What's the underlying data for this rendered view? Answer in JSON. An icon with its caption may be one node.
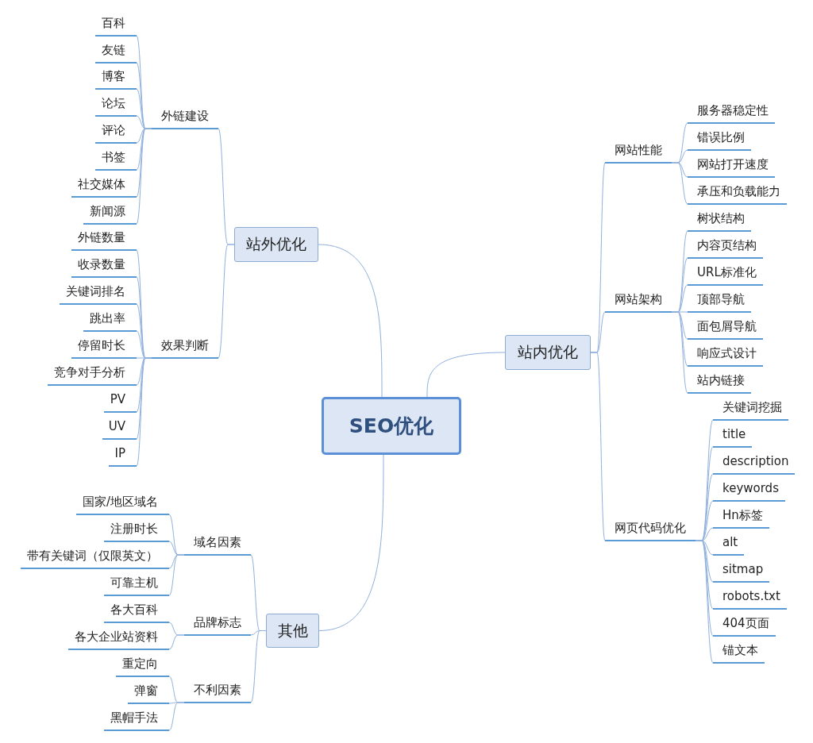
{
  "diagram": {
    "nodes": [
      {
        "text": [
          "SEO优化"
        ]
      },
      {
        "text": [
          "站外优化"
        ]
      },
      {
        "text": [
          "外链建设"
        ]
      },
      {
        "text": [
          "百科"
        ]
      },
      {
        "text": [
          "友链"
        ]
      },
      {
        "text": [
          "博客"
        ]
      },
      {
        "text": [
          "论坛"
        ]
      },
      {
        "text": [
          "评论"
        ]
      },
      {
        "text": [
          "书签"
        ]
      },
      {
        "text": [
          "社交媒体"
        ]
      },
      {
        "text": [
          "新闻源"
        ]
      },
      {
        "text": [
          "效果判断"
        ]
      },
      {
        "text": [
          "外链数量"
        ]
      },
      {
        "text": [
          "收录数量"
        ]
      },
      {
        "text": [
          "关键词排名"
        ]
      },
      {
        "text": [
          "跳出率"
        ]
      },
      {
        "text": [
          "停留时长"
        ]
      },
      {
        "text": [
          "竞争对手分析"
        ]
      },
      {
        "text": [
          "PV"
        ]
      },
      {
        "text": [
          "UV"
        ]
      },
      {
        "text": [
          "IP"
        ]
      },
      {
        "text": [
          "站内优化"
        ]
      },
      {
        "text": [
          "网站性能"
        ]
      },
      {
        "text": [
          "服务器稳定性"
        ]
      },
      {
        "text": [
          "错误比例"
        ]
      },
      {
        "text": [
          "网站打开速度"
        ]
      },
      {
        "text": [
          "承压和负载能力"
        ]
      },
      {
        "text": [
          "网站架构"
        ]
      },
      {
        "text": [
          "树状结构"
        ]
      },
      {
        "text": [
          "内容页结构"
        ]
      },
      {
        "text": [
          "URL标准化"
        ]
      },
      {
        "text": [
          "顶部导航"
        ]
      },
      {
        "text": [
          "面包屑导航"
        ]
      },
      {
        "text": [
          "响应式设计"
        ]
      },
      {
        "text": [
          "站内链接"
        ]
      },
      {
        "text": [
          "网页代码优化"
        ]
      },
      {
        "text": [
          "关键词挖掘"
        ]
      },
      {
        "text": [
          "title"
        ]
      },
      {
        "text": [
          "description"
        ]
      },
      {
        "text": [
          "keywords"
        ]
      },
      {
        "text": [
          "Hn标签"
        ]
      },
      {
        "text": [
          "alt"
        ]
      },
      {
        "text": [
          "sitmap"
        ]
      },
      {
        "text": [
          "robots.txt"
        ]
      },
      {
        "text": [
          "404页面"
        ]
      },
      {
        "text": [
          "锚文本"
        ]
      },
      {
        "text": [
          "其他"
        ]
      },
      {
        "text": [
          "域名因素"
        ]
      },
      {
        "text": [
          "国家/地区域名"
        ]
      },
      {
        "text": [
          "注册时长"
        ]
      },
      {
        "text": [
          "带有关键词（仅限英文）"
        ]
      },
      {
        "text": [
          "可靠主机"
        ]
      },
      {
        "text": [
          "品牌标志"
        ]
      },
      {
        "text": [
          "各大百科"
        ]
      },
      {
        "text": [
          "各大企业站资料"
        ]
      },
      {
        "text": [
          "不利因素"
        ]
      },
      {
        "text": [
          "重定向"
        ]
      },
      {
        "text": [
          "弹窗"
        ]
      },
      {
        "text": [
          "黑帽手法"
        ]
      }
    ],
    "edges": [
      {
        "from": 0,
        "to": 1,
        "arrow": "none"
      },
      {
        "from": 1,
        "to": 2,
        "arrow": "none"
      },
      {
        "from": 2,
        "to": 3,
        "arrow": "none"
      },
      {
        "from": 2,
        "to": 4,
        "arrow": "none"
      },
      {
        "from": 2,
        "to": 5,
        "arrow": "none"
      },
      {
        "from": 2,
        "to": 6,
        "arrow": "none"
      },
      {
        "from": 2,
        "to": 7,
        "arrow": "none"
      },
      {
        "from": 2,
        "to": 8,
        "arrow": "none"
      },
      {
        "from": 2,
        "to": 9,
        "arrow": "none"
      },
      {
        "from": 2,
        "to": 10,
        "arrow": "none"
      },
      {
        "from": 1,
        "to": 11,
        "arrow": "none"
      },
      {
        "from": 11,
        "to": 12,
        "arrow": "none"
      },
      {
        "from": 11,
        "to": 13,
        "arrow": "none"
      },
      {
        "from": 11,
        "to": 14,
        "arrow": "none"
      },
      {
        "from": 11,
        "to": 15,
        "arrow": "none"
      },
      {
        "from": 11,
        "to": 16,
        "arrow": "none"
      },
      {
        "from": 11,
        "to": 17,
        "arrow": "none"
      },
      {
        "from": 11,
        "to": 18,
        "arrow": "none"
      },
      {
        "from": 11,
        "to": 19,
        "arrow": "none"
      },
      {
        "from": 11,
        "to": 20,
        "arrow": "none"
      },
      {
        "from": 0,
        "to": 21,
        "arrow": "none"
      },
      {
        "from": 21,
        "to": 22,
        "arrow": "none"
      },
      {
        "from": 22,
        "to": 23,
        "arrow": "none"
      },
      {
        "from": 22,
        "to": 24,
        "arrow": "none"
      },
      {
        "from": 22,
        "to": 25,
        "arrow": "none"
      },
      {
        "from": 22,
        "to": 26,
        "arrow": "none"
      },
      {
        "from": 21,
        "to": 27,
        "arrow": "none"
      },
      {
        "from": 27,
        "to": 28,
        "arrow": "none"
      },
      {
        "from": 27,
        "to": 29,
        "arrow": "none"
      },
      {
        "from": 27,
        "to": 30,
        "arrow": "none"
      },
      {
        "from": 27,
        "to": 31,
        "arrow": "none"
      },
      {
        "from": 27,
        "to": 32,
        "arrow": "none"
      },
      {
        "from": 27,
        "to": 33,
        "arrow": "none"
      },
      {
        "from": 27,
        "to": 34,
        "arrow": "none"
      },
      {
        "from": 21,
        "to": 35,
        "arrow": "none"
      },
      {
        "from": 35,
        "to": 36,
        "arrow": "none"
      },
      {
        "from": 35,
        "to": 37,
        "arrow": "none"
      },
      {
        "from": 35,
        "to": 38,
        "arrow": "none"
      },
      {
        "from": 35,
        "to": 39,
        "arrow": "none"
      },
      {
        "from": 35,
        "to": 40,
        "arrow": "none"
      },
      {
        "from": 35,
        "to": 41,
        "arrow": "none"
      },
      {
        "from": 35,
        "to": 42,
        "arrow": "none"
      },
      {
        "from": 35,
        "to": 43,
        "arrow": "none"
      },
      {
        "from": 35,
        "to": 44,
        "arrow": "none"
      },
      {
        "from": 35,
        "to": 45,
        "arrow": "none"
      },
      {
        "from": 0,
        "to": 46,
        "arrow": "none"
      },
      {
        "from": 46,
        "to": 47,
        "arrow": "none"
      },
      {
        "from": 47,
        "to": 48,
        "arrow": "none"
      },
      {
        "from": 47,
        "to": 49,
        "arrow": "none"
      },
      {
        "from": 47,
        "to": 50,
        "arrow": "none"
      },
      {
        "from": 47,
        "to": 51,
        "arrow": "none"
      },
      {
        "from": 46,
        "to": 52,
        "arrow": "none"
      },
      {
        "from": 52,
        "to": 53,
        "arrow": "none"
      },
      {
        "from": 52,
        "to": 54,
        "arrow": "none"
      },
      {
        "from": 46,
        "to": 55,
        "arrow": "none"
      },
      {
        "from": 55,
        "to": 56,
        "arrow": "none"
      },
      {
        "from": 55,
        "to": 57,
        "arrow": "none"
      },
      {
        "from": 55,
        "to": 58,
        "arrow": "none"
      }
    ]
  }
}
